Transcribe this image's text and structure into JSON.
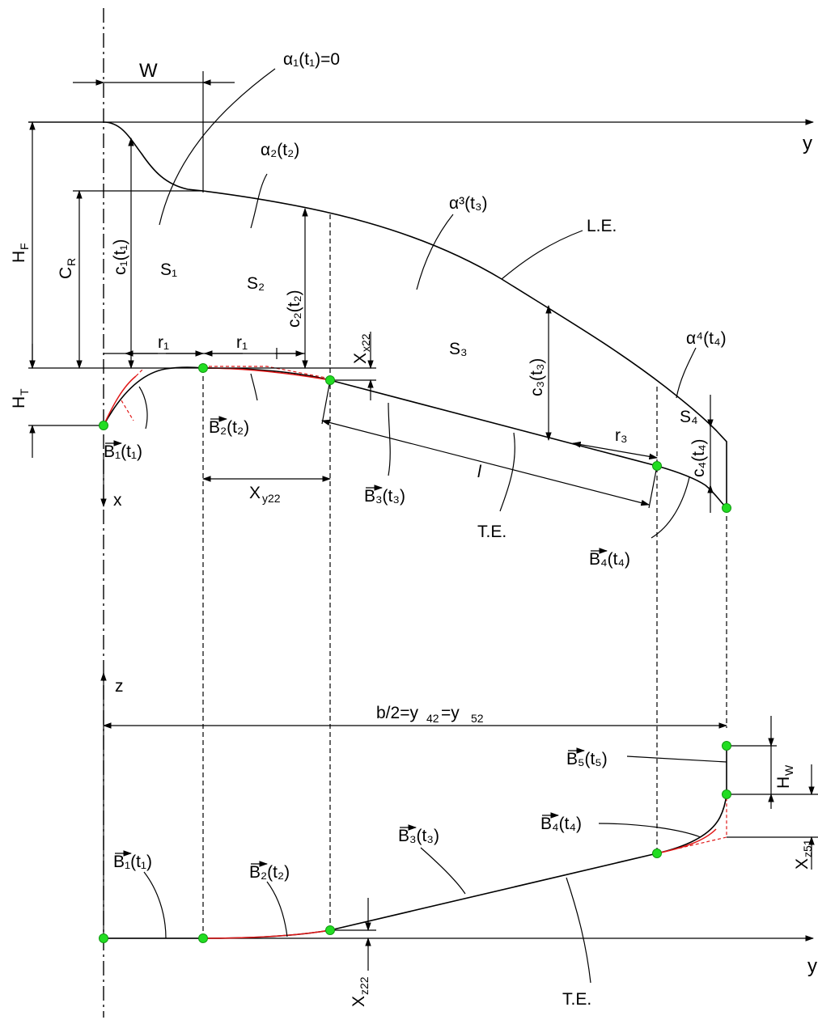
{
  "labels": {
    "alpha1": "α₁(t₁)=0",
    "alpha2": "α₂(t₂)",
    "alpha3": "α³(t₃)",
    "alpha4": "α⁴(t₄)",
    "W": "W",
    "y_top": "y",
    "LE": "L.E.",
    "HF": "H",
    "HF_sub": "F",
    "CR": "C",
    "CR_sub": "R",
    "HT": "H",
    "HT_sub": "T",
    "c1": "c₁(t₁)",
    "c2": "c₂(t₂)",
    "c3": "c₃(t₃)",
    "c4": "c₄(t₄)",
    "S1": "S₁",
    "S2": "S₂",
    "S3": "S₃",
    "S4": "S₄",
    "r1a": "r₁",
    "r1b": "r₁",
    "r3": "r₃",
    "Xx22": "X",
    "Xx22_sub": "x22",
    "Xy22": "X",
    "Xy22_sub": "y22",
    "l": "l",
    "TE_top": "T.E.",
    "B1_top": "B₁(t₁)",
    "B2_top": "B₂(t₂)",
    "B3_top": "B₃(t₃)",
    "B4_top": "B₄(t₄)",
    "x_axis": "x",
    "z_axis": "z",
    "b_half": "b/2=y",
    "b_half_s1": "42",
    "b_half_mid": "=y",
    "b_half_s2": "52",
    "B5": "B₅(t₅)",
    "HW": "H",
    "HW_sub": "W",
    "Xz51": "X",
    "Xz51_sub": "z51",
    "B1_bot": "B₁(t₁)",
    "B2_bot": "B₂(t₂)",
    "B3_bot": "B₃(t₃)",
    "B4_bot": "B₄(t₄)",
    "Xz22": "X",
    "Xz22_sub": "z22",
    "TE_bot": "T.E.",
    "y_bottom": "y"
  },
  "colors": {
    "curve": "#000000",
    "approx_curve": "#e01818",
    "control_point": "#22dd22"
  }
}
